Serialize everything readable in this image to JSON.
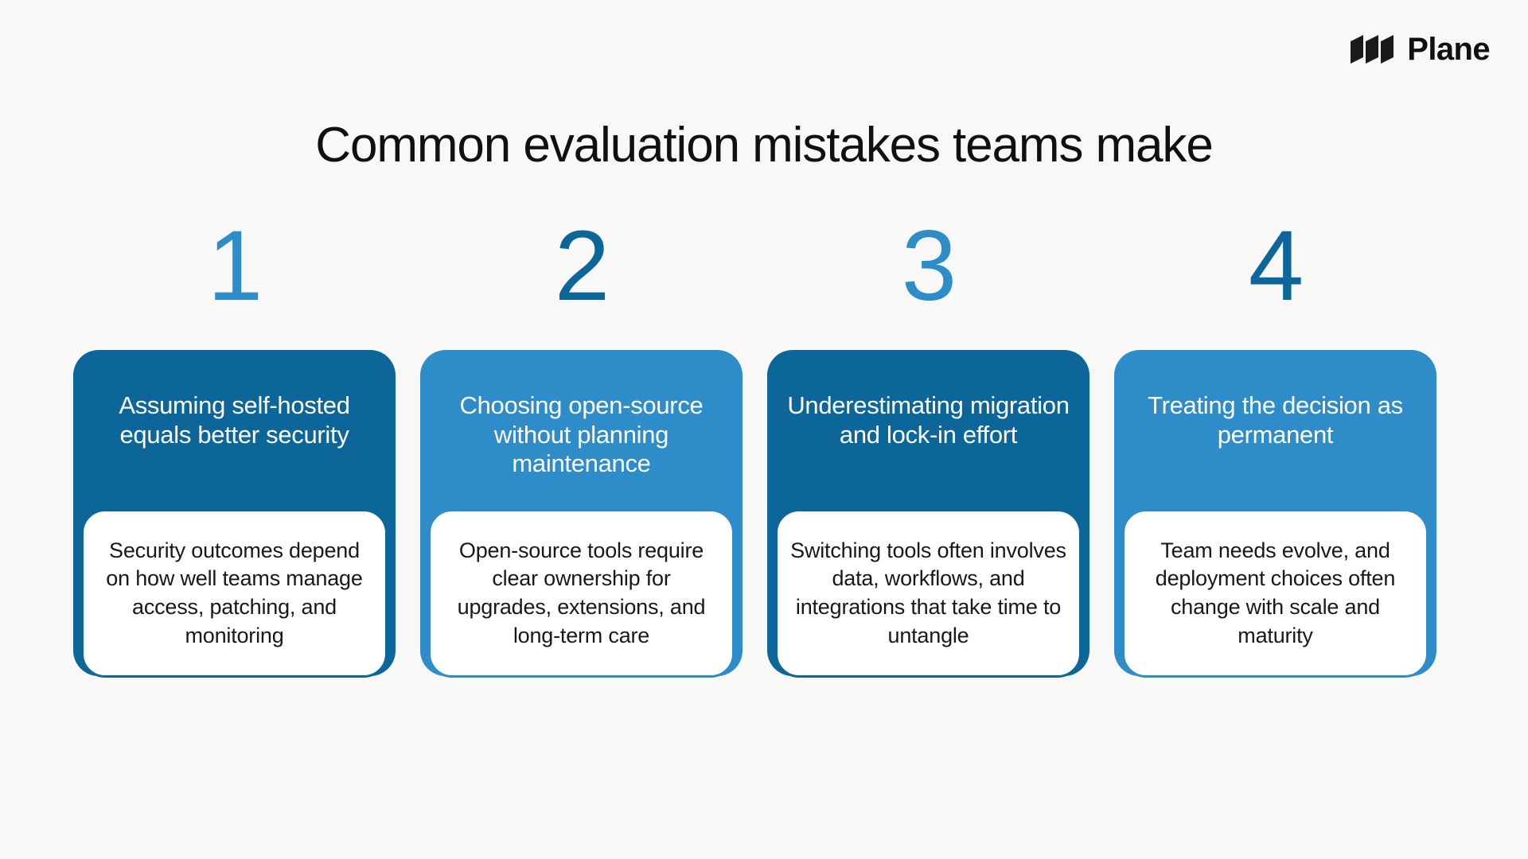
{
  "brand": {
    "name": "Plane",
    "icon": "plane-logo-icon"
  },
  "title": "Common evaluation mistakes teams make",
  "colors": {
    "background": "#f8f8f7",
    "dark_blue": "#0c6699",
    "light_blue": "#2e8dc8",
    "title_text": "#101010",
    "body_text": "#18181b",
    "head_text": "#ffffff"
  },
  "cards": [
    {
      "number": "1",
      "heading": "Assuming self-hosted equals better security",
      "body": "Security outcomes depend on how well teams manage access, patching, and monitoring",
      "head_color": "#0c6699",
      "number_color": "#2e8dc8",
      "border_color": "#0c6699"
    },
    {
      "number": "2",
      "heading": "Choosing open-source without planning maintenance",
      "body": "Open-source tools require clear ownership for upgrades, extensions, and long-term care",
      "head_color": "#2e8dc8",
      "number_color": "#0c6699",
      "border_color": "#2e8dc8"
    },
    {
      "number": "3",
      "heading": "Underestimating migration and lock-in effort",
      "body": "Switching tools often involves data, workflows, and integrations that take time to untangle",
      "head_color": "#0c6699",
      "number_color": "#2e8dc8",
      "border_color": "#0c6699"
    },
    {
      "number": "4",
      "heading": "Treating the decision as permanent",
      "body": "Team needs evolve, and deployment choices often change with scale and maturity",
      "head_color": "#2e8dc8",
      "number_color": "#0c6699",
      "border_color": "#2e8dc8"
    }
  ]
}
